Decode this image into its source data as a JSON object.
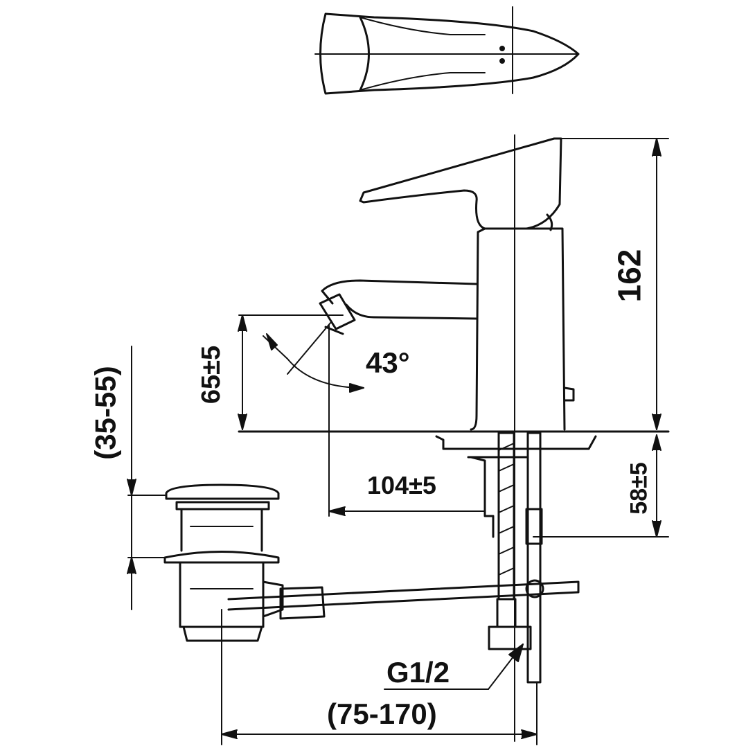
{
  "drawing": {
    "line_color": "#111111",
    "dimensions": {
      "height_total": "162",
      "spout_height": "65±5",
      "spout_angle": "43°",
      "popup_range": "(35-55)",
      "spout_reach": "104±5",
      "below_deck": "58±5",
      "connection": "G1/2",
      "rod_range": "(75-170)"
    }
  }
}
